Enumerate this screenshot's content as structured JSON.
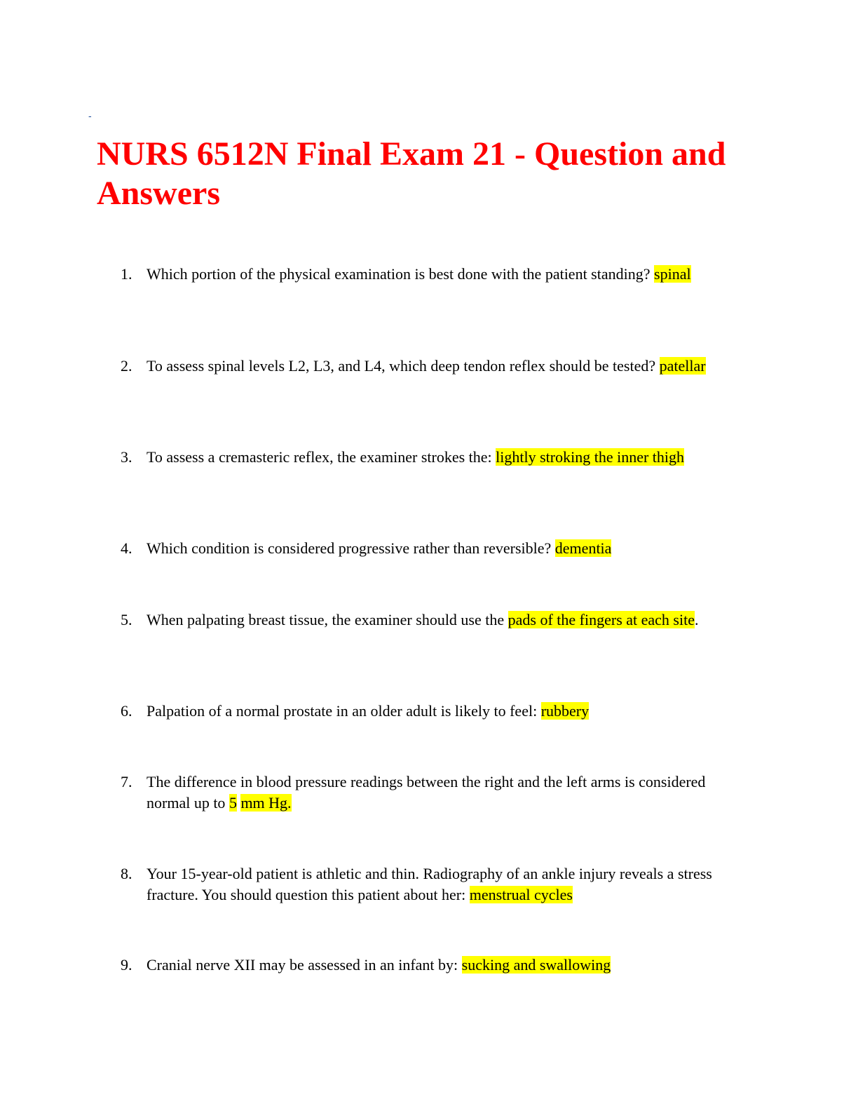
{
  "document": {
    "corner_mark": "-",
    "title": "NURS 6512N Final Exam 21 - Question and Answers",
    "highlight_color": "#ffff00",
    "title_color": "#ff0000",
    "questions": [
      {
        "number": "1.",
        "question": "Which portion of the physical examination is best done with the patient standing? ",
        "answer": "spinal",
        "answer_2": "",
        "suffix": ""
      },
      {
        "number": "2.",
        "question": "To assess spinal levels L2, L3, and L4, which deep tendon reflex should be tested? ",
        "answer": "patellar",
        "answer_2": "",
        "suffix": ""
      },
      {
        "number": "3.",
        "question": "To assess a cremasteric reflex, the examiner strokes the: ",
        "answer": "lightly stroking the inner thigh",
        "answer_2": "",
        "suffix": ""
      },
      {
        "number": "4.",
        "question": "Which condition is considered progressive rather than reversible? ",
        "answer": "dementia",
        "answer_2": "",
        "suffix": ""
      },
      {
        "number": "5.",
        "question": "When palpating breast tissue, the examiner should use the ",
        "answer": "pads of the fingers at each site",
        "answer_2": "",
        "suffix": "."
      },
      {
        "number": "6.",
        "question": "Palpation of a normal prostate in an older adult is likely to feel: ",
        "answer": "rubbery",
        "answer_2": "",
        "suffix": ""
      },
      {
        "number": "7.",
        "question": "The difference in blood pressure readings between the right and the left arms is considered normal up to ",
        "answer": "5",
        "answer_2": "mm Hg.",
        "suffix": ""
      },
      {
        "number": "8.",
        "question": "Your 15-year-old patient is athletic and thin. Radiography of an ankle injury reveals a stress fracture. You should question this patient about her: ",
        "answer": "menstrual cycles",
        "answer_2": "",
        "suffix": ""
      },
      {
        "number": "9.",
        "question": "Cranial nerve XII may be assessed in an infant by: ",
        "answer": "sucking and swallowing",
        "answer_2": "",
        "suffix": ""
      }
    ]
  }
}
